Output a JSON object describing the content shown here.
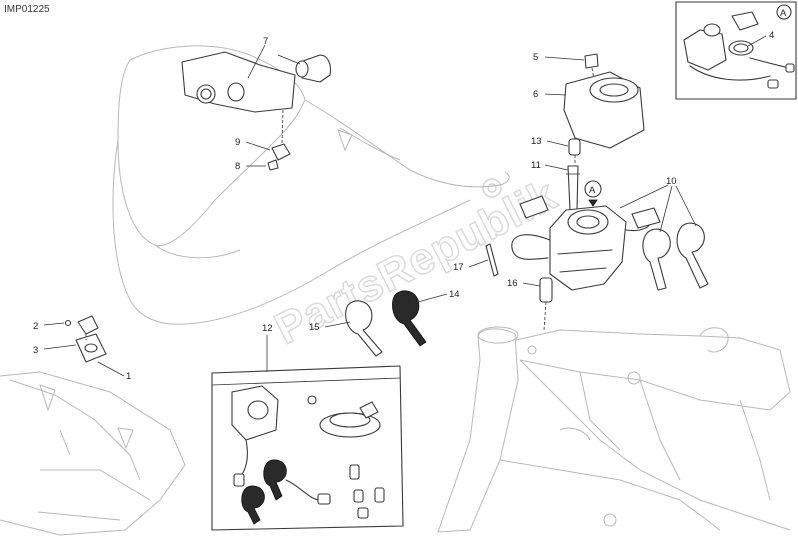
{
  "diagram": {
    "code": "IMP01225",
    "watermark": "PartsRepublik",
    "inset_marker": "A",
    "callout_marker": "A",
    "labels": {
      "l1": "1",
      "l2": "2",
      "l3": "3",
      "l4": "4",
      "l5": "5",
      "l6": "6",
      "l7": "7",
      "l8": "8",
      "l9": "9",
      "l10": "10",
      "l11": "11",
      "l12": "12",
      "l13": "13",
      "l14": "14",
      "l15": "15",
      "l16": "16",
      "l17": "17"
    }
  }
}
